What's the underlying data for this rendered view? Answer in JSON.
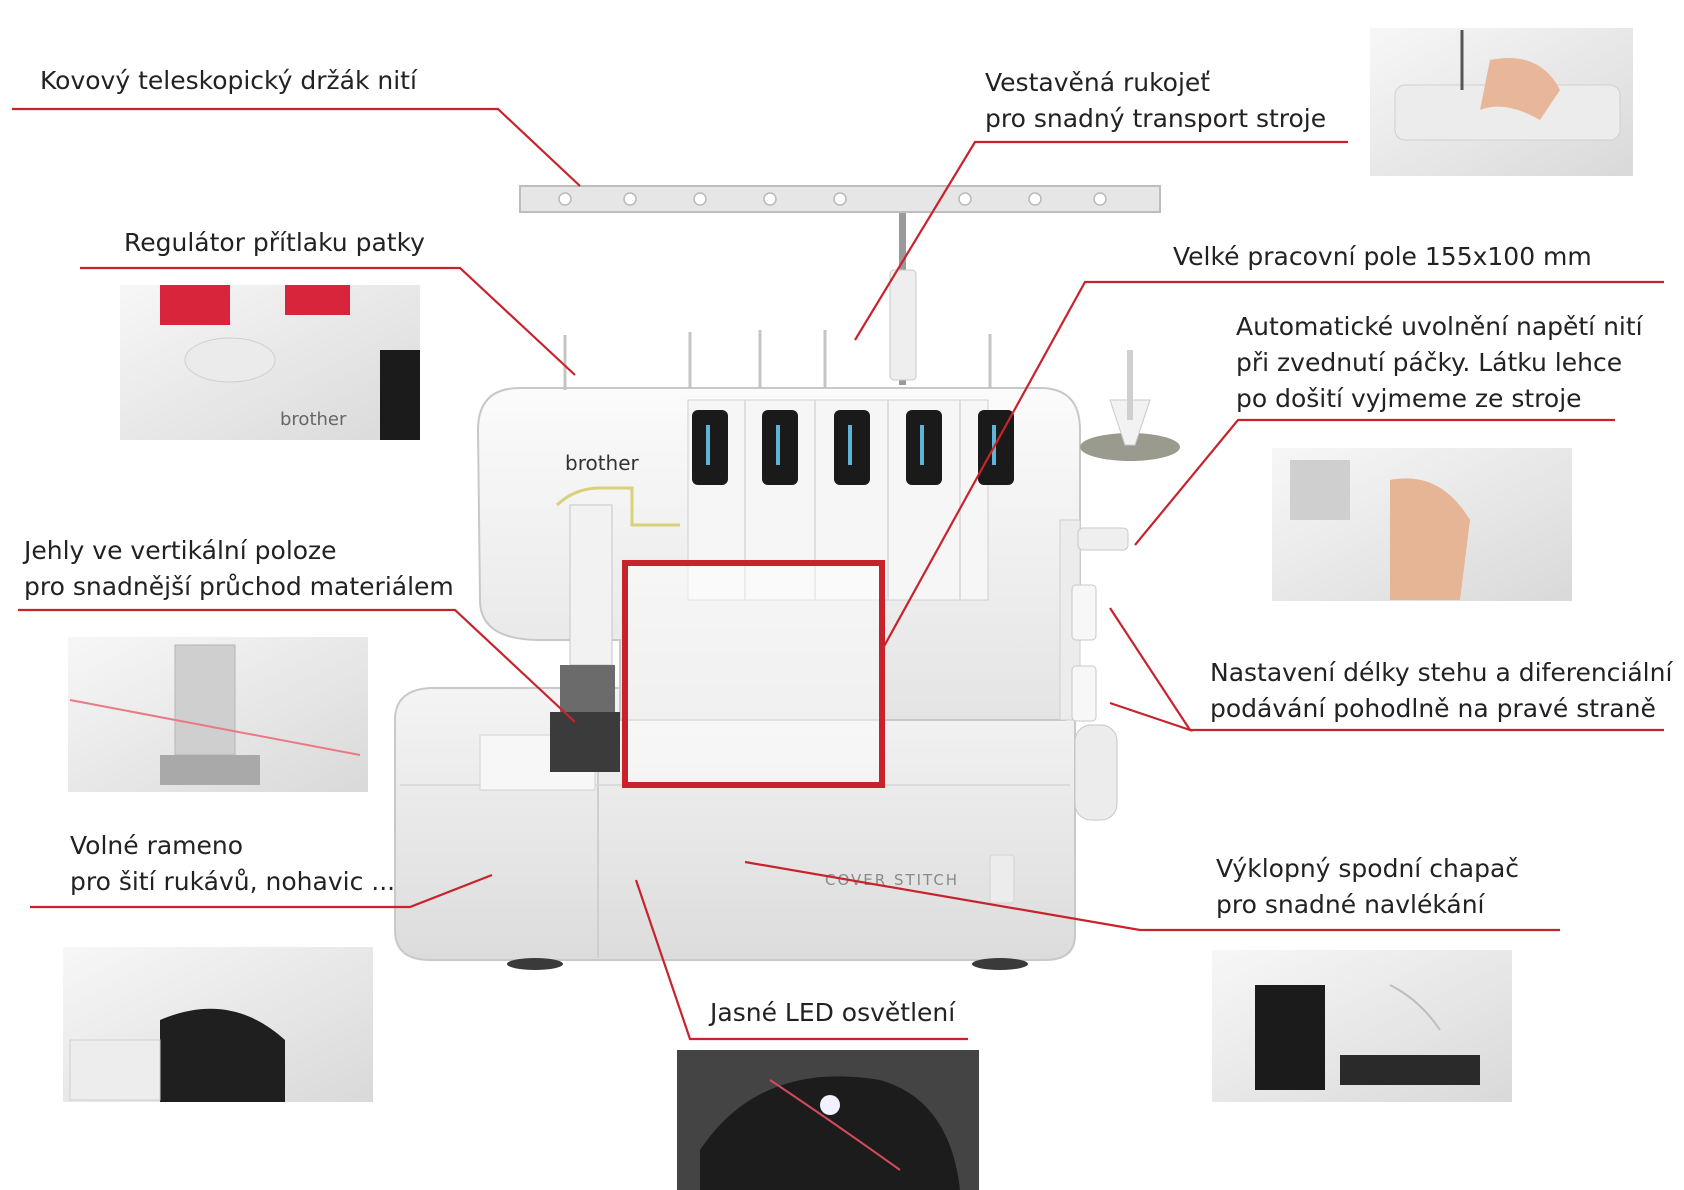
{
  "brand": "brother",
  "machine_label": "COVER STITCH",
  "labels": {
    "thread_holder": "Kovový teleskopický držák nití",
    "handle_l1": "Vestavěná rukojeť",
    "handle_l2": "pro snadný transport stroje",
    "presser": "Regulátor přítlaku patky",
    "work_area": "Velké pracovní pole 155x100 mm",
    "release_l1": "Automatické uvolnění napětí nití",
    "release_l2": "při zvednutí páčky. Látku lehce",
    "release_l3": "po došití vyjmeme ze stroje",
    "needles_l1": "Jehly ve vertikální poloze",
    "needles_l2": "pro snadnější průchod materiálem",
    "stitch_l1": "Nastavení délky stehu a diferenciální",
    "stitch_l2": "podávání pohodlně na pravé straně",
    "freearm_l1": "Volné rameno",
    "freearm_l2": "pro šití rukávů, nohavic ....",
    "looper_l1": "Výklopný spodní chapač",
    "looper_l2": "pro snadné navlékání",
    "led": "Jasné LED osvětlení"
  },
  "colors": {
    "callout": "#c8232c",
    "machine": "#f1f1f1",
    "shadow": "#d6d6d6",
    "dial": "#1a1a1a"
  }
}
